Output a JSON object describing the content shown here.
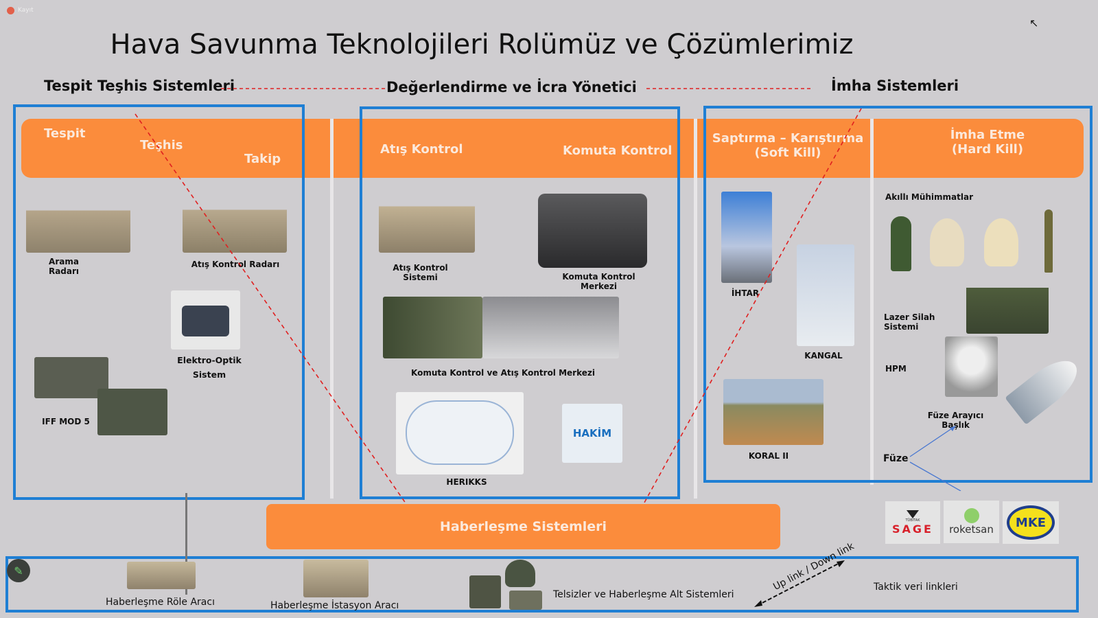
{
  "recording": {
    "label": "Kayıt"
  },
  "title": "Hava Savunma Teknolojileri Rolümüz ve Çözümlerimiz",
  "sections": {
    "detection": "Tespit Teşhis Sistemleri",
    "command": "Değerlendirme ve İcra Yönetici",
    "destruction": "İmha Sistemleri"
  },
  "band": {
    "tespit": "Tespit",
    "teshis": "Teşhis",
    "takip": "Takip",
    "atis_kontrol": "Atış Kontrol",
    "komuta_kontrol": "Komuta Kontrol",
    "soft_kill_1": "Saptırma – Karıştırma",
    "soft_kill_2": "(Soft Kill)",
    "hard_kill_1": "İmha Etme",
    "hard_kill_2": "(Hard Kill)"
  },
  "detection_items": {
    "arama": "Arama Radarı",
    "atis_radar": "Atış Kontrol Radarı",
    "eo_1": "Elektro-Optik",
    "eo_2": "Sistem",
    "iff": "IFF MOD 5"
  },
  "command_items": {
    "atis_sistem": "Atış Kontrol Sistemi",
    "komuta_merkez": "Komuta Kontrol Merkezi",
    "komuta_atis": "Komuta Kontrol ve Atış Kontrol Merkezi",
    "herikks": "HERIKKS",
    "hakim": "HAKİM"
  },
  "soft_kill_items": {
    "ihtar": "İHTAR",
    "kangal": "KANGAL",
    "koral": "KORAL II"
  },
  "hard_kill_items": {
    "akilli": "Akıllı Mühimmatlar",
    "lazer": "Lazer Silah Sistemi",
    "hpm": "HPM",
    "arayici": "Füze Arayıcı Başlık",
    "fuze": "Füze"
  },
  "comms": {
    "title": "Haberleşme Sistemleri",
    "role": "Haberleşme Röle Aracı",
    "istasyon": "Haberleşme İstasyon Aracı",
    "telsiz": "Telsizler ve Haberleşme Alt Sistemleri",
    "link": "Up link / Down link",
    "taktik": "Taktik veri linkleri"
  },
  "logos": {
    "sage_top": "TÜBİTAK",
    "sage": "SAGE",
    "roketsan": "roketsan",
    "mke": "MKE"
  },
  "colors": {
    "accent_orange": "#fb8c3c",
    "box_blue": "#1f7fd4",
    "dash_red": "#e02020"
  }
}
